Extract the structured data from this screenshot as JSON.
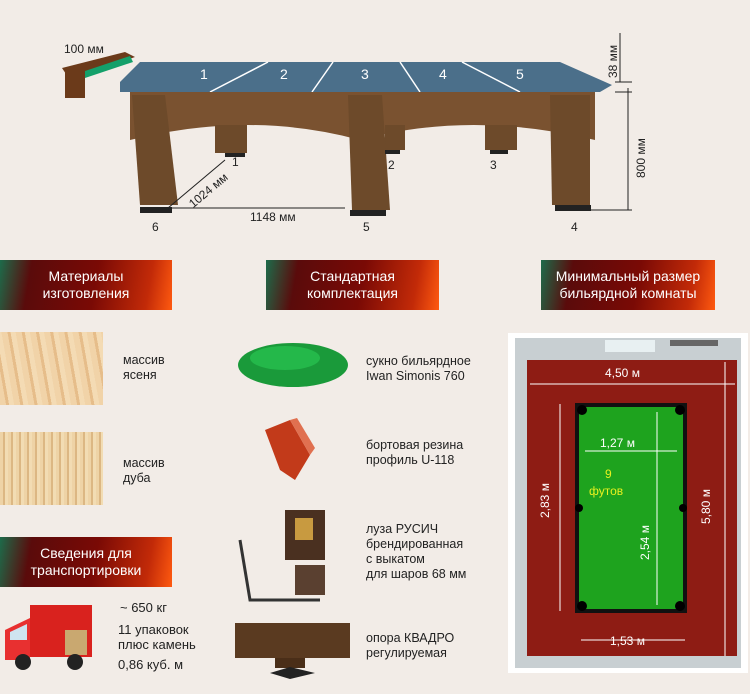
{
  "table_diagram": {
    "rail_width": "100 мм",
    "slate_numbers": [
      "1",
      "2",
      "3",
      "4",
      "5"
    ],
    "slate_thickness": "38 мм",
    "height": "800 мм",
    "diagonal": "1024 мм",
    "leg_span": "1148 мм",
    "leg_numbers": [
      "1",
      "2",
      "3",
      "4",
      "5",
      "6"
    ]
  },
  "sections": {
    "materials": {
      "title_line1": "Материалы",
      "title_line2": "изготовления",
      "items": [
        {
          "line1": "массив",
          "line2": "ясеня"
        },
        {
          "line1": "массив",
          "line2": "дуба"
        }
      ]
    },
    "standard_kit": {
      "title_line1": "Стандартная",
      "title_line2": "комплектация",
      "items": [
        {
          "lines": [
            "сукно бильярдное",
            "Iwan Simonis 760"
          ]
        },
        {
          "lines": [
            "бортовая резина",
            "профиль U-118"
          ]
        },
        {
          "lines": [
            "луза РУСИЧ",
            "брендированная",
            "с выкатом",
            "для шаров 68 мм"
          ]
        },
        {
          "lines": [
            "опора КВАДРО",
            "регулируемая"
          ]
        }
      ]
    },
    "room": {
      "title_line1": "Минимальный размер",
      "title_line2": "бильярдной комнаты",
      "room_width": "4,50 м",
      "room_length": "5,80 м",
      "table_outer_width": "1,53 м",
      "table_outer_length": "2,83 м",
      "play_width": "1,27 м",
      "play_length": "2,54 м",
      "size_num": "9",
      "size_unit": "футов"
    },
    "transport": {
      "title_line1": "Сведения для",
      "title_line2": "транспортировки",
      "weight": "~ 650 кг",
      "packages_line1": "11 упаковок",
      "packages_line2": "плюс камень",
      "volume": "0,86 куб. м"
    }
  }
}
